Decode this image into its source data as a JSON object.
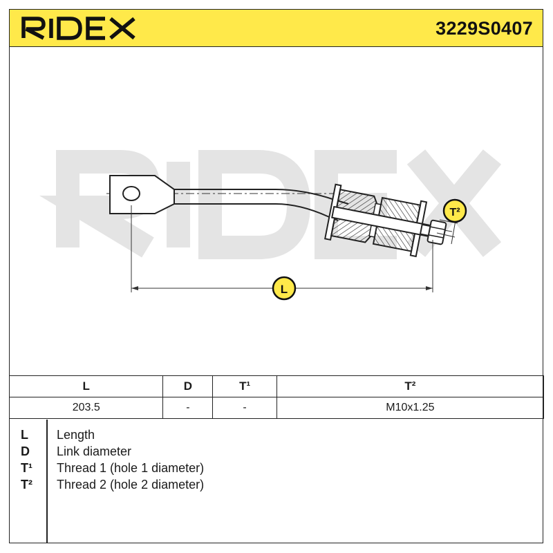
{
  "header": {
    "brand": "RIDEX",
    "part_number": "3229S0407",
    "background_color": "#ffe94a"
  },
  "diagram": {
    "callouts": {
      "length": "L",
      "thread2": "T²"
    },
    "watermark": "RIDEX",
    "callout_color": "#ffe94a"
  },
  "table": {
    "headers": [
      "L",
      "D",
      "T¹",
      "T²"
    ],
    "values": [
      "203.5",
      "-",
      "-",
      "M10x1.25"
    ]
  },
  "legend": [
    {
      "key": "L",
      "description": "Length"
    },
    {
      "key": "D",
      "description": "Link diameter"
    },
    {
      "key": "T¹",
      "description": "Thread 1 (hole 1 diameter)"
    },
    {
      "key": "T²",
      "description": "Thread 2 (hole 2 diameter)"
    }
  ]
}
